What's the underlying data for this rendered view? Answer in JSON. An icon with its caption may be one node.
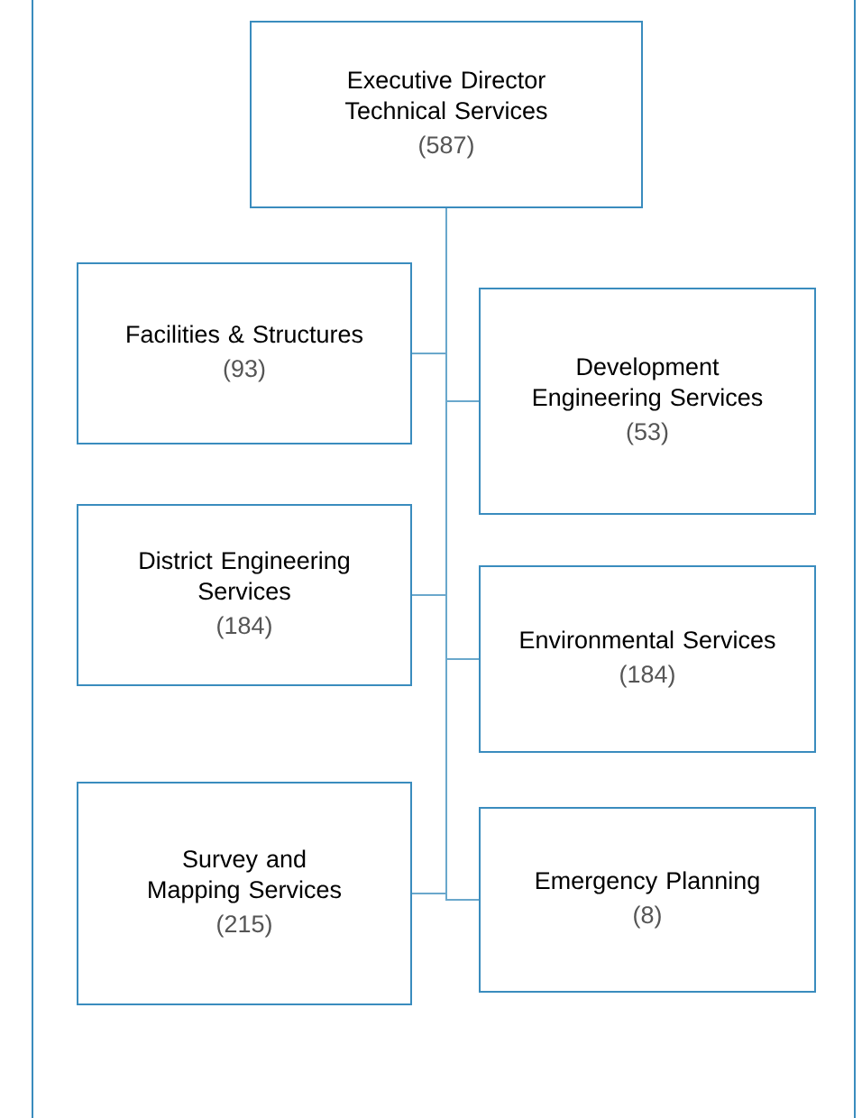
{
  "diagram": {
    "nodes": [
      {
        "text": [
          "Executive Director Technical Services",
          "(587)"
        ]
      },
      {
        "text": [
          "Facilities & Structures",
          "(93)"
        ]
      },
      {
        "text": [
          "Development Engineering Services",
          "(53)"
        ]
      },
      {
        "text": [
          "District Engineering Services",
          "(184)"
        ]
      },
      {
        "text": [
          "Environmental Services",
          "(184)"
        ]
      },
      {
        "text": [
          "Survey and Mapping Services",
          "(215)"
        ]
      },
      {
        "text": [
          "Emergency Planning",
          "(8)"
        ]
      }
    ],
    "edges": [
      {
        "from": 0,
        "to": 1,
        "arrow": "none"
      },
      {
        "from": 0,
        "to": 2,
        "arrow": "none"
      },
      {
        "from": 0,
        "to": 3,
        "arrow": "none"
      },
      {
        "from": 0,
        "to": 4,
        "arrow": "none"
      },
      {
        "from": 0,
        "to": 5,
        "arrow": "none"
      },
      {
        "from": 0,
        "to": 6,
        "arrow": "none"
      }
    ]
  }
}
